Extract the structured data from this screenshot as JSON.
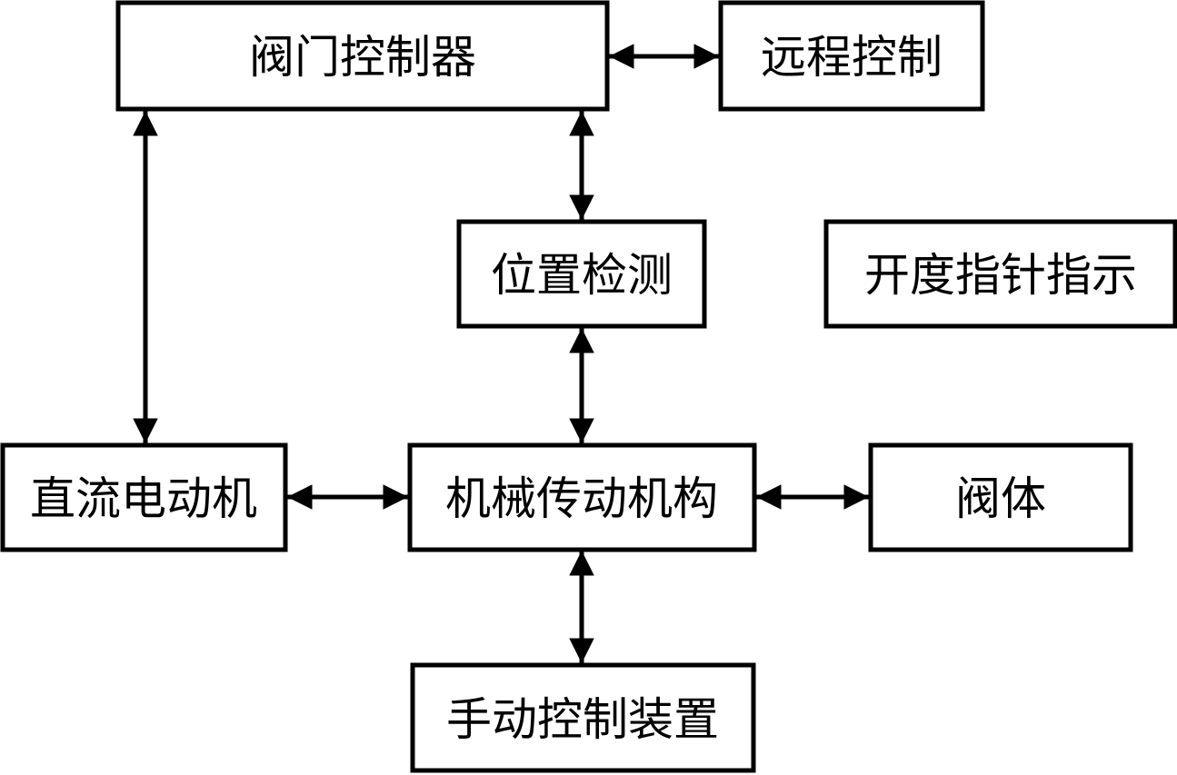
{
  "diagram": {
    "blocks": {
      "valve_controller": "阀门控制器",
      "remote_control": "远程控制",
      "position_detection": "位置检测",
      "opening_pointer": "开度指针指示",
      "dc_motor": "直流电动机",
      "mechanical_transmission": "机械传动机构",
      "valve_body": "阀体",
      "manual_control": "手动控制装置"
    },
    "connections": [
      {
        "from": "valve_controller",
        "to": "remote_control",
        "arrow": "bidirectional"
      },
      {
        "from": "valve_controller",
        "to": "position_detection",
        "arrow": "bidirectional"
      },
      {
        "from": "valve_controller",
        "to": "dc_motor",
        "arrow": "bidirectional"
      },
      {
        "from": "position_detection",
        "to": "mechanical_transmission",
        "arrow": "bidirectional"
      },
      {
        "from": "dc_motor",
        "to": "mechanical_transmission",
        "arrow": "bidirectional"
      },
      {
        "from": "mechanical_transmission",
        "to": "valve_body",
        "arrow": "bidirectional"
      },
      {
        "from": "mechanical_transmission",
        "to": "manual_control",
        "arrow": "bidirectional"
      }
    ],
    "colors": {
      "stroke": "#000000",
      "fill": "#ffffff"
    }
  }
}
